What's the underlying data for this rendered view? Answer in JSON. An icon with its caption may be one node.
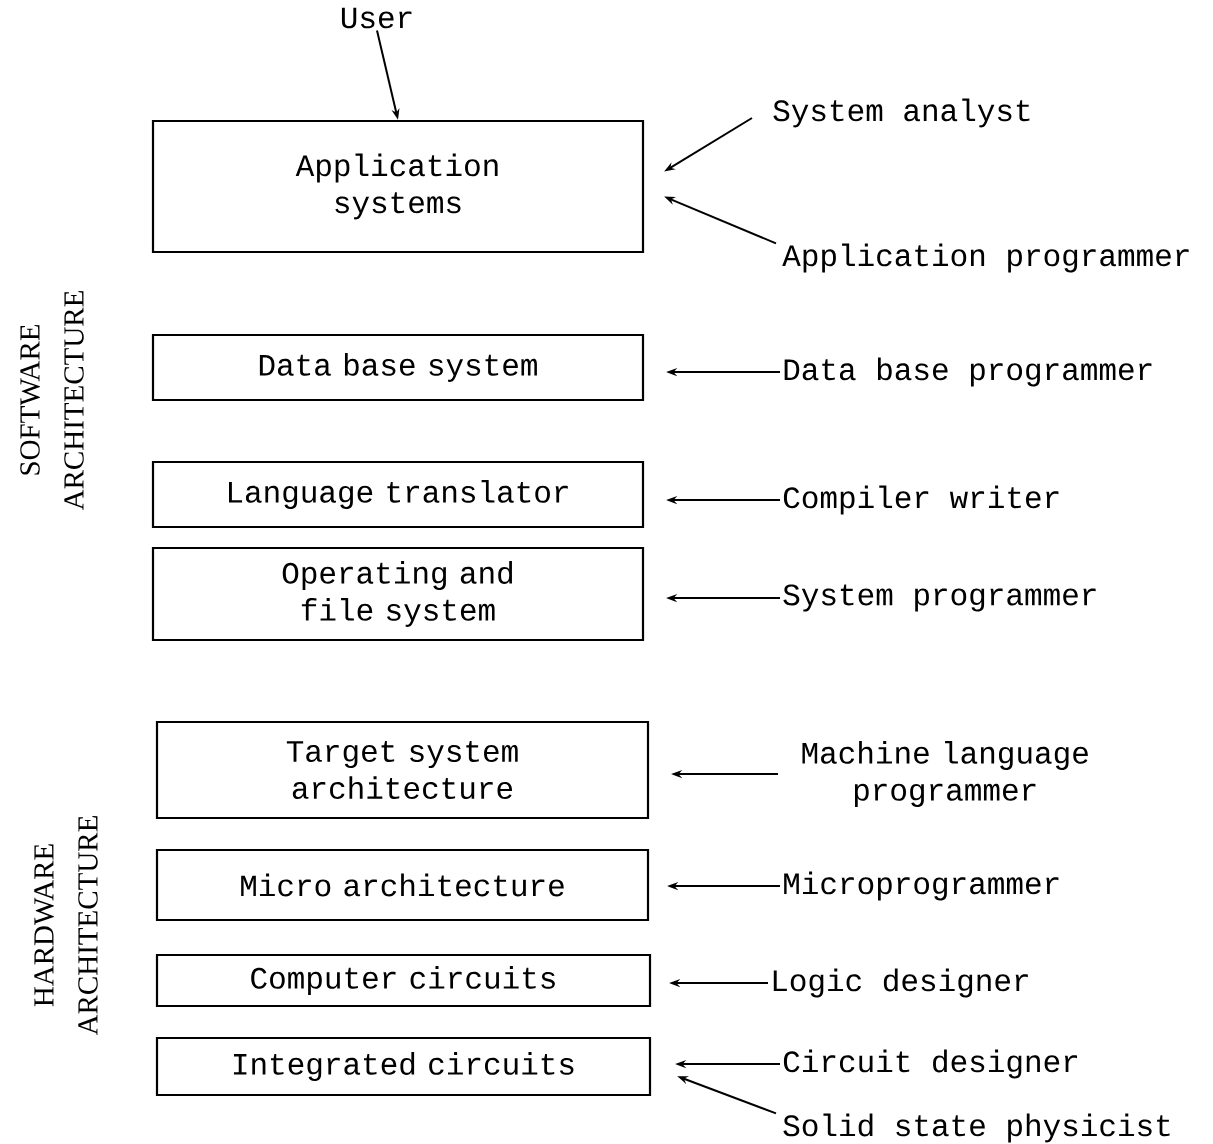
{
  "diagram": {
    "nodes": [
      {
        "text": [
          "User"
        ]
      },
      {
        "text": [
          "Application systems"
        ]
      },
      {
        "text": [
          "System analyst"
        ]
      },
      {
        "text": [
          "Application programmer"
        ]
      },
      {
        "text": [
          "Data base system"
        ]
      },
      {
        "text": [
          "Data base programmer"
        ]
      },
      {
        "text": [
          "Language translator"
        ]
      },
      {
        "text": [
          "Compiler writer"
        ]
      },
      {
        "text": [
          "Operating and file system"
        ]
      },
      {
        "text": [
          "System programmer"
        ]
      },
      {
        "text": [
          "Target system architecture"
        ]
      },
      {
        "text": [
          "Machine language programmer"
        ]
      },
      {
        "text": [
          "Micro architecture"
        ]
      },
      {
        "text": [
          "Microprogrammer"
        ]
      },
      {
        "text": [
          "Computer circuits"
        ]
      },
      {
        "text": [
          "Logic designer"
        ]
      },
      {
        "text": [
          "Integrated circuits"
        ]
      },
      {
        "text": [
          "Circuit designer"
        ]
      },
      {
        "text": [
          "Solid state physicist"
        ]
      }
    ],
    "edges": [
      {
        "from": 0,
        "to": 1,
        "arrow": "to"
      },
      {
        "from": 2,
        "to": 1,
        "arrow": "to"
      },
      {
        "from": 3,
        "to": 1,
        "arrow": "to"
      },
      {
        "from": 5,
        "to": 4,
        "arrow": "to"
      },
      {
        "from": 7,
        "to": 6,
        "arrow": "to"
      },
      {
        "from": 9,
        "to": 8,
        "arrow": "to"
      },
      {
        "from": 11,
        "to": 10,
        "arrow": "to"
      },
      {
        "from": 13,
        "to": 12,
        "arrow": "to"
      },
      {
        "from": 15,
        "to": 14,
        "arrow": "to"
      },
      {
        "from": 17,
        "to": 16,
        "arrow": "to"
      },
      {
        "from": 18,
        "to": 16,
        "arrow": "to"
      }
    ],
    "labels": [
      "SOFTWARE ARCHITECTURE",
      "HARDWARE ARCHITECTURE"
    ]
  }
}
